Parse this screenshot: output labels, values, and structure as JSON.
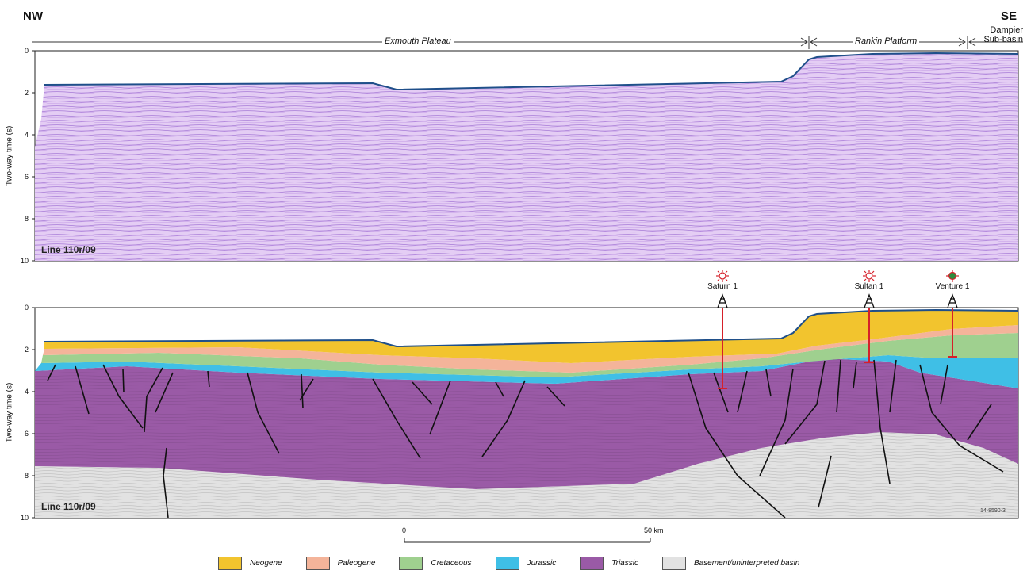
{
  "header": {
    "nw": "NW",
    "se": "SE",
    "dampier": "Dampier",
    "subbasin": "Sub-basin",
    "exmouth": "Exmouth Plateau",
    "rankin": "Rankin Platform"
  },
  "axes": {
    "ylabel": "Two-way time (s)",
    "ticks": [
      "0",
      "2",
      "4",
      "6",
      "8",
      "10"
    ]
  },
  "panels": {
    "top_line": "Line 110r/09",
    "bottom_line": "Line 110r/09"
  },
  "wells": [
    {
      "name": "Saturn 1",
      "status": "gas show"
    },
    {
      "name": "Sultan 1",
      "status": "gas show"
    },
    {
      "name": "Venture 1",
      "status": "oil and gas"
    }
  ],
  "scale_bar": {
    "start": "0",
    "end": "50 km"
  },
  "figure_id": "14-8590-3",
  "legend": [
    {
      "label": "Neogene",
      "color": "#f2c42e"
    },
    {
      "label": "Paleogene",
      "color": "#f4b49a"
    },
    {
      "label": "Cretaceous",
      "color": "#9fd08f"
    },
    {
      "label": "Jurassic",
      "color": "#3fbfe6"
    },
    {
      "label": "Triassic",
      "color": "#9a5aa6"
    },
    {
      "label": "Basement/uninterpreted basin",
      "color": "#e2e2e2"
    }
  ],
  "colors": {
    "seismic": "#d9b3ee",
    "seafloor": "#1f4f8a",
    "well_bar": "#d6202a",
    "fault": "#111111"
  }
}
